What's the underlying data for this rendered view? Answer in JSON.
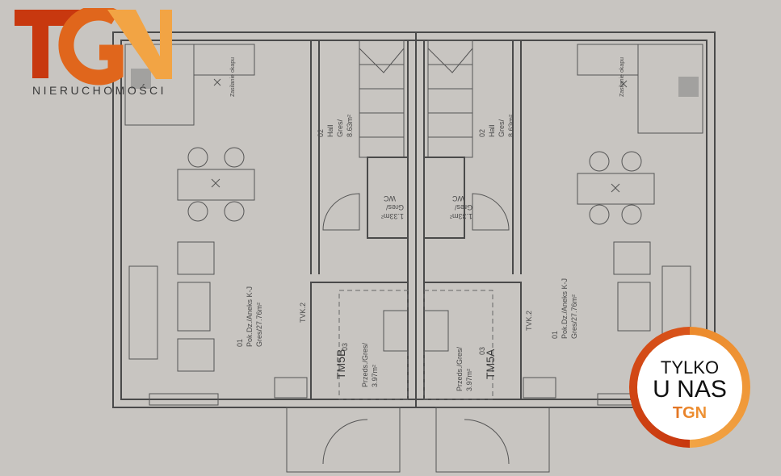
{
  "logo": {
    "brand": "TGN",
    "tagline": "NIERUCHOMOŚCI",
    "colors": [
      "#c8380f",
      "#e0661c",
      "#f2a444"
    ]
  },
  "badge": {
    "line1": "TYLKO",
    "line2": "U NAS",
    "brand": "TGN"
  },
  "units": [
    {
      "name": "B",
      "device": "TM5B",
      "riser": "TVK.2",
      "rooms": [
        {
          "no": "01",
          "name": "Pok.Dz./Aneks K-J",
          "area": "Gres/27.76m²"
        },
        {
          "no": "02",
          "name": "Hall",
          "finish": "Gres/",
          "area": "8.63m²"
        },
        {
          "no": "03",
          "name": "Przeds./Gres/",
          "area": "3.97m²"
        },
        {
          "name": "WC",
          "finish": "Gres/",
          "area": "1.33m²"
        }
      ],
      "note": "Zasilanie okapu"
    },
    {
      "name": "A",
      "device": "TM5A",
      "riser": "TVK.2",
      "rooms": [
        {
          "no": "01",
          "name": "Pok.Dz./Aneks K-J",
          "area": "Gres/27.76m²"
        },
        {
          "no": "02",
          "name": "Hall",
          "finish": "Gres/",
          "area": "8.63m²"
        },
        {
          "no": "03",
          "name": "Przeds./Gres/",
          "area": "3.97m²"
        },
        {
          "name": "WC",
          "finish": "Gres/",
          "area": "1.33m²"
        }
      ],
      "note": "Zasilanie okapu"
    }
  ]
}
